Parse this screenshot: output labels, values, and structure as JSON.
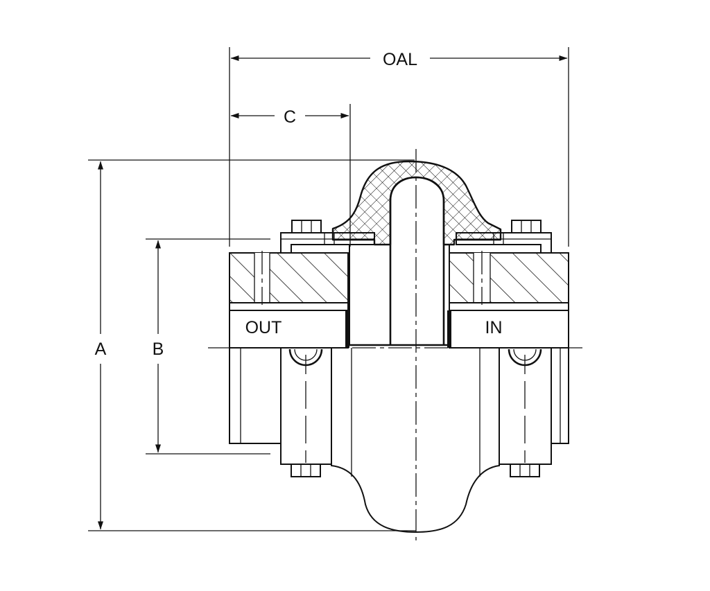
{
  "dimensions": {
    "oal": "OAL",
    "c": "C",
    "a": "A",
    "b": "B"
  },
  "hub_labels": {
    "out": "OUT",
    "in": "IN"
  },
  "colors": {
    "line": "#111111",
    "background": "#ffffff"
  }
}
